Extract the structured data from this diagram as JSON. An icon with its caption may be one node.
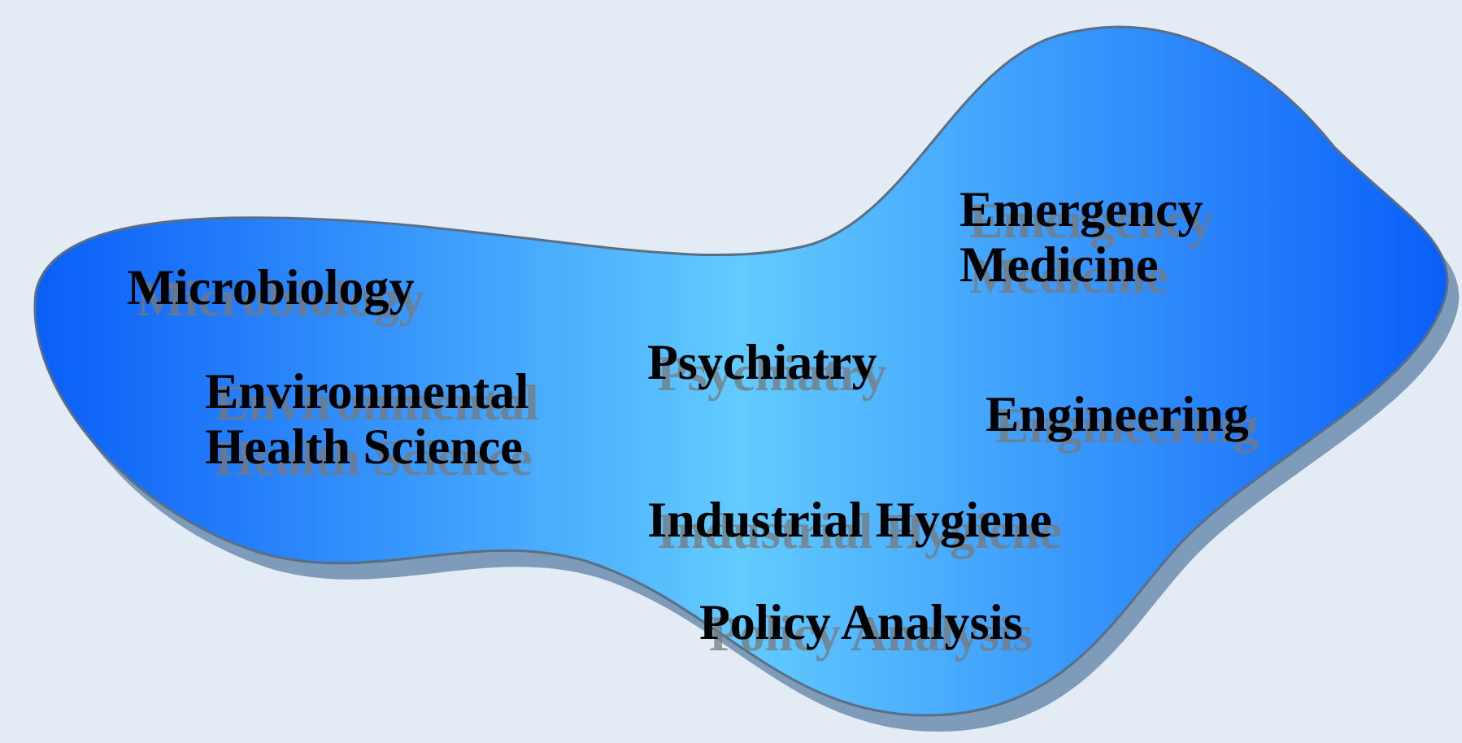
{
  "diagram": {
    "nodes": [
      {
        "text": [
          "Microbiology",
          "Environmental Health Science",
          "Psychiatry",
          "Emergency Medicine",
          "Engineering",
          "Industrial Hygiene",
          "Policy Analysis"
        ]
      }
    ]
  }
}
